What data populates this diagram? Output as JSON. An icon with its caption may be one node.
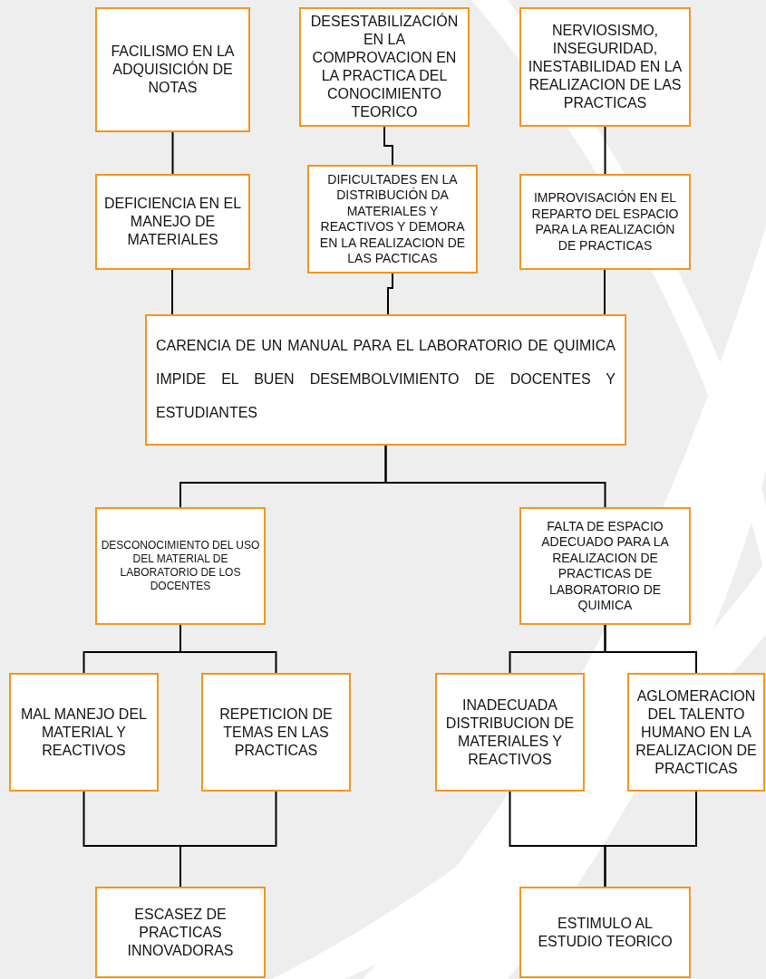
{
  "diagram": {
    "nodes": [
      {
        "text": [
          "FACILISMO EN LA ADQUISICIÓN DE NOTAS"
        ]
      },
      {
        "text": [
          "DESESTABILIZACIÓN EN LA COMPROVACION EN LA PRACTICA DEL CONOCIMIENTO TEORICO"
        ]
      },
      {
        "text": [
          "NERVIOSISMO, INSEGURIDAD, INESTABILIDAD EN LA REALIZACION DE LAS PRACTICAS"
        ]
      },
      {
        "text": [
          "DEFICIENCIA EN EL MANEJO DE MATERIALES"
        ]
      },
      {
        "text": [
          "DIFICULTADES EN LA DISTRIBUCIÓN DA MATERIALES Y REACTIVOS Y DEMORA EN LA REALIZACION DE LAS PACTICAS"
        ]
      },
      {
        "text": [
          "IMPROVISACIÓN EN EL REPARTO DEL ESPACIO PARA LA REALIZACIÓN DE PRACTICAS"
        ]
      },
      {
        "text": [
          "CARENCIA DE UN MANUAL PARA EL LABORATORIO DE QUIMICA IMPIDE EL BUEN DESEMBOLVIMIENTO DE DOCENTES Y ESTUDIANTES"
        ]
      },
      {
        "text": [
          "DESCONOCIMIENTO DEL USO DEL MATERIAL DE LABORATORIO DE LOS DOCENTES"
        ]
      },
      {
        "text": [
          "FALTA DE ESPACIO ADECUADO PARA LA REALIZACION DE PRACTICAS DE LABORATORIO DE QUIMICA"
        ]
      },
      {
        "text": [
          "MAL MANEJO DEL MATERIAL Y REACTIVOS"
        ]
      },
      {
        "text": [
          "REPETICION DE TEMAS EN LAS PRACTICAS"
        ]
      },
      {
        "text": [
          "INADECUADA DISTRIBUCION DE MATERIALES Y REACTIVOS"
        ]
      },
      {
        "text": [
          "AGLOMERACION DEL TALENTO HUMANO EN LA REALIZACION DE PRACTICAS"
        ]
      },
      {
        "text": [
          "ESCASEZ DE PRACTICAS INNOVADORAS"
        ]
      },
      {
        "text": [
          "ESTIMULO AL ESTUDIO TEORICO"
        ]
      }
    ],
    "edges": [
      {
        "from": 0,
        "to": 3,
        "arrow": "none"
      },
      {
        "from": 1,
        "to": 4,
        "arrow": "none"
      },
      {
        "from": 2,
        "to": 5,
        "arrow": "none"
      },
      {
        "from": 3,
        "to": 6,
        "arrow": "none"
      },
      {
        "from": 4,
        "to": 6,
        "arrow": "none"
      },
      {
        "from": 5,
        "to": 6,
        "arrow": "none"
      },
      {
        "from": 6,
        "to": 7,
        "arrow": "none"
      },
      {
        "from": 6,
        "to": 8,
        "arrow": "none"
      },
      {
        "from": 7,
        "to": 9,
        "arrow": "none"
      },
      {
        "from": 7,
        "to": 10,
        "arrow": "none"
      },
      {
        "from": 8,
        "to": 11,
        "arrow": "none"
      },
      {
        "from": 8,
        "to": 12,
        "arrow": "none"
      },
      {
        "from": 9,
        "to": 13,
        "arrow": "none"
      },
      {
        "from": 10,
        "to": 13,
        "arrow": "none"
      },
      {
        "from": 11,
        "to": 14,
        "arrow": "none"
      },
      {
        "from": 12,
        "to": 14,
        "arrow": "none"
      }
    ]
  }
}
